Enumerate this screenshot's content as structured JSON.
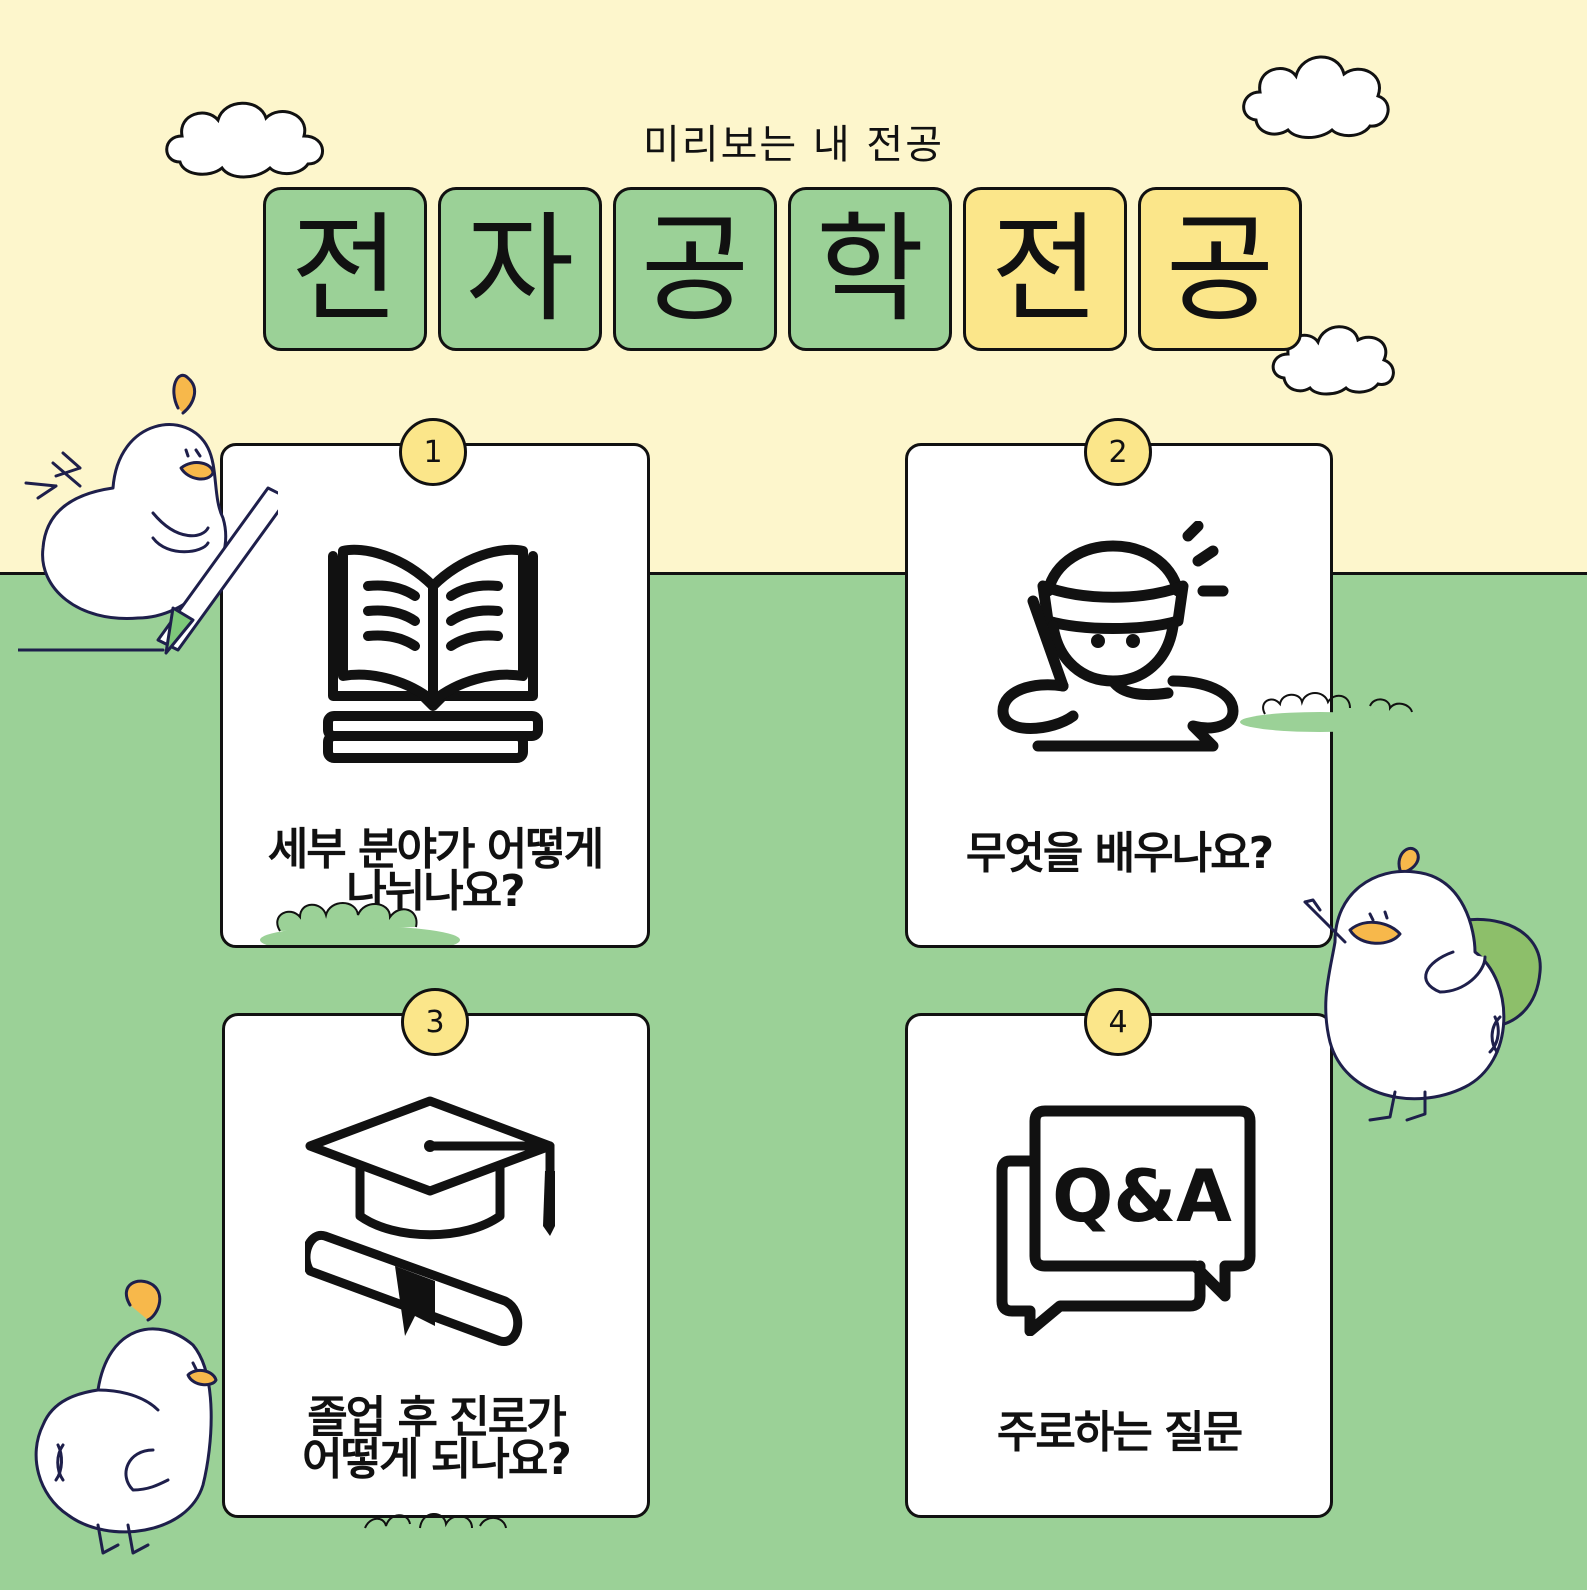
{
  "header": {
    "subtitle": "미리보는 내 전공",
    "title_tiles": [
      {
        "char": "전",
        "color": "green"
      },
      {
        "char": "자",
        "color": "green"
      },
      {
        "char": "공",
        "color": "green"
      },
      {
        "char": "학",
        "color": "green"
      },
      {
        "char": "전",
        "color": "yellow"
      },
      {
        "char": "공",
        "color": "yellow"
      }
    ]
  },
  "cards": [
    {
      "number": "1",
      "icon": "open-book-icon",
      "lines": [
        "세부 분야가 어떻게",
        "나뉘나요?"
      ]
    },
    {
      "number": "2",
      "icon": "studying-person-icon",
      "lines": [
        "무엇을 배우나요?"
      ]
    },
    {
      "number": "3",
      "icon": "graduation-cap-diploma-icon",
      "lines": [
        "졸업 후 진로가",
        "어떻게 되나요?"
      ]
    },
    {
      "number": "4",
      "icon": "qa-chat-bubbles-icon",
      "lines": [
        "주로하는 질문"
      ],
      "icon_text": "Q&A"
    }
  ],
  "colors": {
    "sky": "#fdf6cc",
    "grass": "#9bd197",
    "tile_green": "#9bd197",
    "tile_yellow": "#fbe68a",
    "badge": "#fbe68a",
    "outline": "#111111",
    "chick_outline": "#1e1f4b",
    "chick_beak": "#f7b84b"
  }
}
